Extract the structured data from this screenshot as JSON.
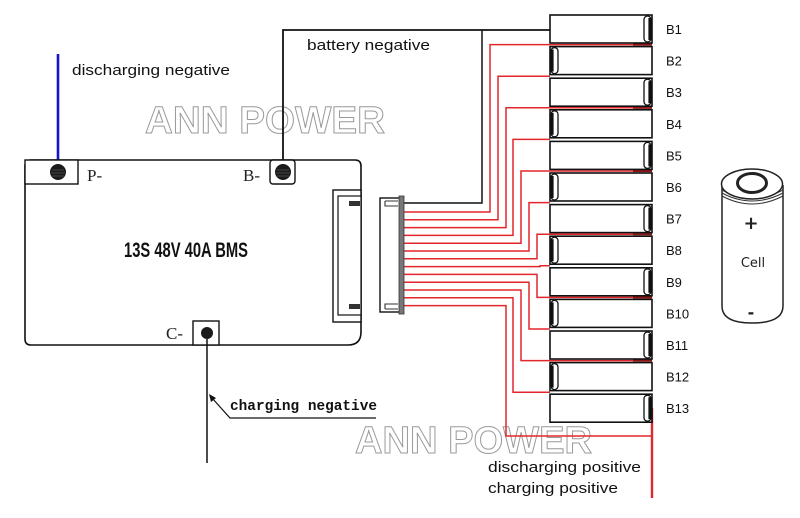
{
  "watermark": "ANN POWER",
  "bms": {
    "title": "13S 48V 40A BMS",
    "terminal_p": "P-",
    "terminal_b": "B-",
    "terminal_c": "C-"
  },
  "labels": {
    "discharging_negative": "discharging negative",
    "battery_negative": "battery negative",
    "charging_negative": "charging negative",
    "discharging_positive": "discharging positive",
    "charging_positive": "charging positive"
  },
  "cells": [
    "B1",
    "B2",
    "B3",
    "B4",
    "B5",
    "B6",
    "B7",
    "B8",
    "B9",
    "B10",
    "B11",
    "B12",
    "B13"
  ],
  "cell_icon": {
    "plus": "+",
    "label": "Cell",
    "minus": "-"
  },
  "colors": {
    "wire_red": "#e3262b",
    "wire_dark_red": "#8c1616",
    "wire_blue": "#1414c8",
    "wire_black": "#111111",
    "watermark_stroke": "#9a9a9a"
  }
}
